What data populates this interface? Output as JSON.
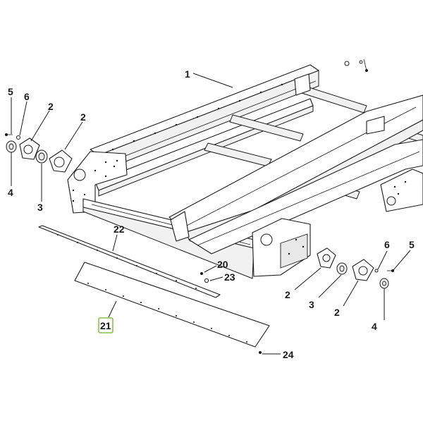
{
  "callouts": {
    "c1": "1",
    "c2a": "2",
    "c2b": "2",
    "c2c": "2",
    "c2d": "2",
    "c3a": "3",
    "c3b": "3",
    "c4a": "4",
    "c4b": "4",
    "c5a": "5",
    "c5b": "5",
    "c6a": "6",
    "c6b": "6",
    "c20": "20",
    "c21": "21",
    "c22": "22",
    "c23": "23",
    "c24": "24"
  },
  "colors": {
    "highlight": "#8bc34a",
    "line": "#1a1a1a"
  }
}
